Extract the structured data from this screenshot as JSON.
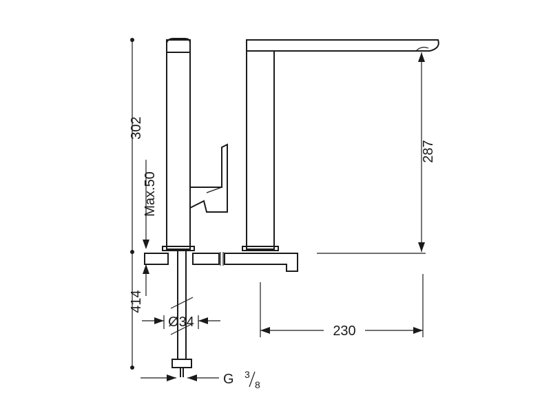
{
  "dimensions": {
    "total_height": "302",
    "deck_thickness": "Max.50",
    "below_deck_length": "414",
    "spout_height": "287",
    "spout_reach": "230",
    "shank_diameter": "Ø34",
    "connection": {
      "prefix": "G",
      "numerator": "3",
      "denominator": "8"
    }
  }
}
